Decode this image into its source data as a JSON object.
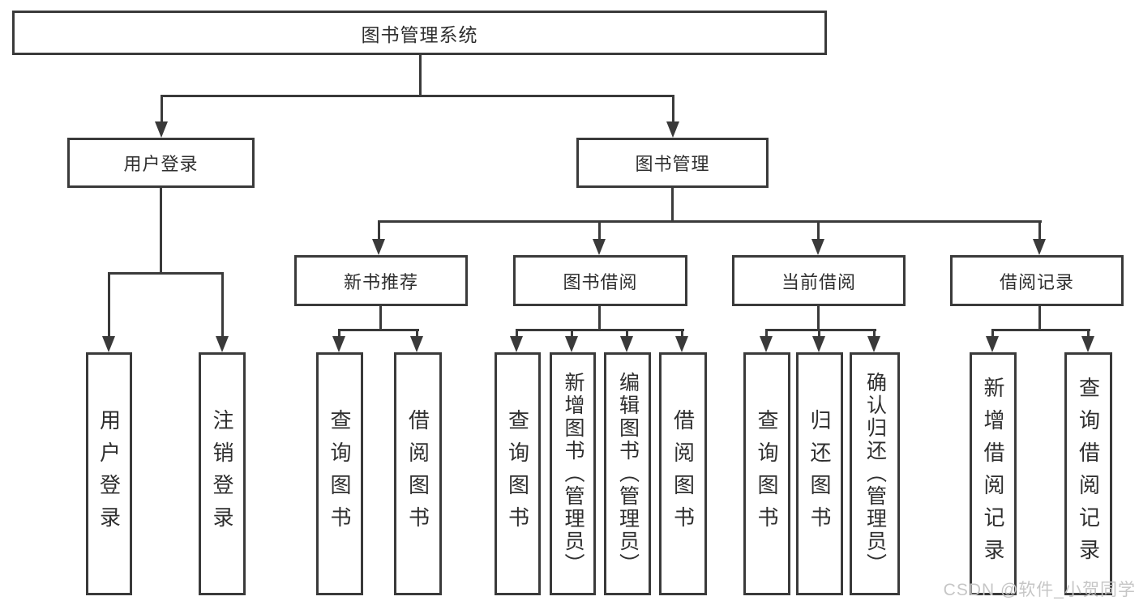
{
  "diagram": {
    "title": "图书管理系统",
    "level2": [
      "用户登录",
      "图书管理"
    ],
    "level3": [
      "新书推荐",
      "图书借阅",
      "当前借阅",
      "借阅记录"
    ],
    "leaves": {
      "user_login": [
        "用户登录",
        "注销登录"
      ],
      "new_book_recommend": [
        "查询图书",
        "借阅图书"
      ],
      "book_borrow": [
        "查询图书",
        "新增图书（管理员）",
        "编辑图书（管理员）",
        "借阅图书"
      ],
      "current_borrow": [
        "查询图书",
        "归还图书",
        "确认归还（管理员）"
      ],
      "borrow_record": [
        "新增借阅记录",
        "查询借阅记录"
      ]
    }
  },
  "watermark": "CSDN @软件_小贺同学",
  "colors": {
    "line": "#3a3a3a",
    "text": "#2f2f2f",
    "background": "#ffffff",
    "watermark": "#c6c6c6"
  }
}
